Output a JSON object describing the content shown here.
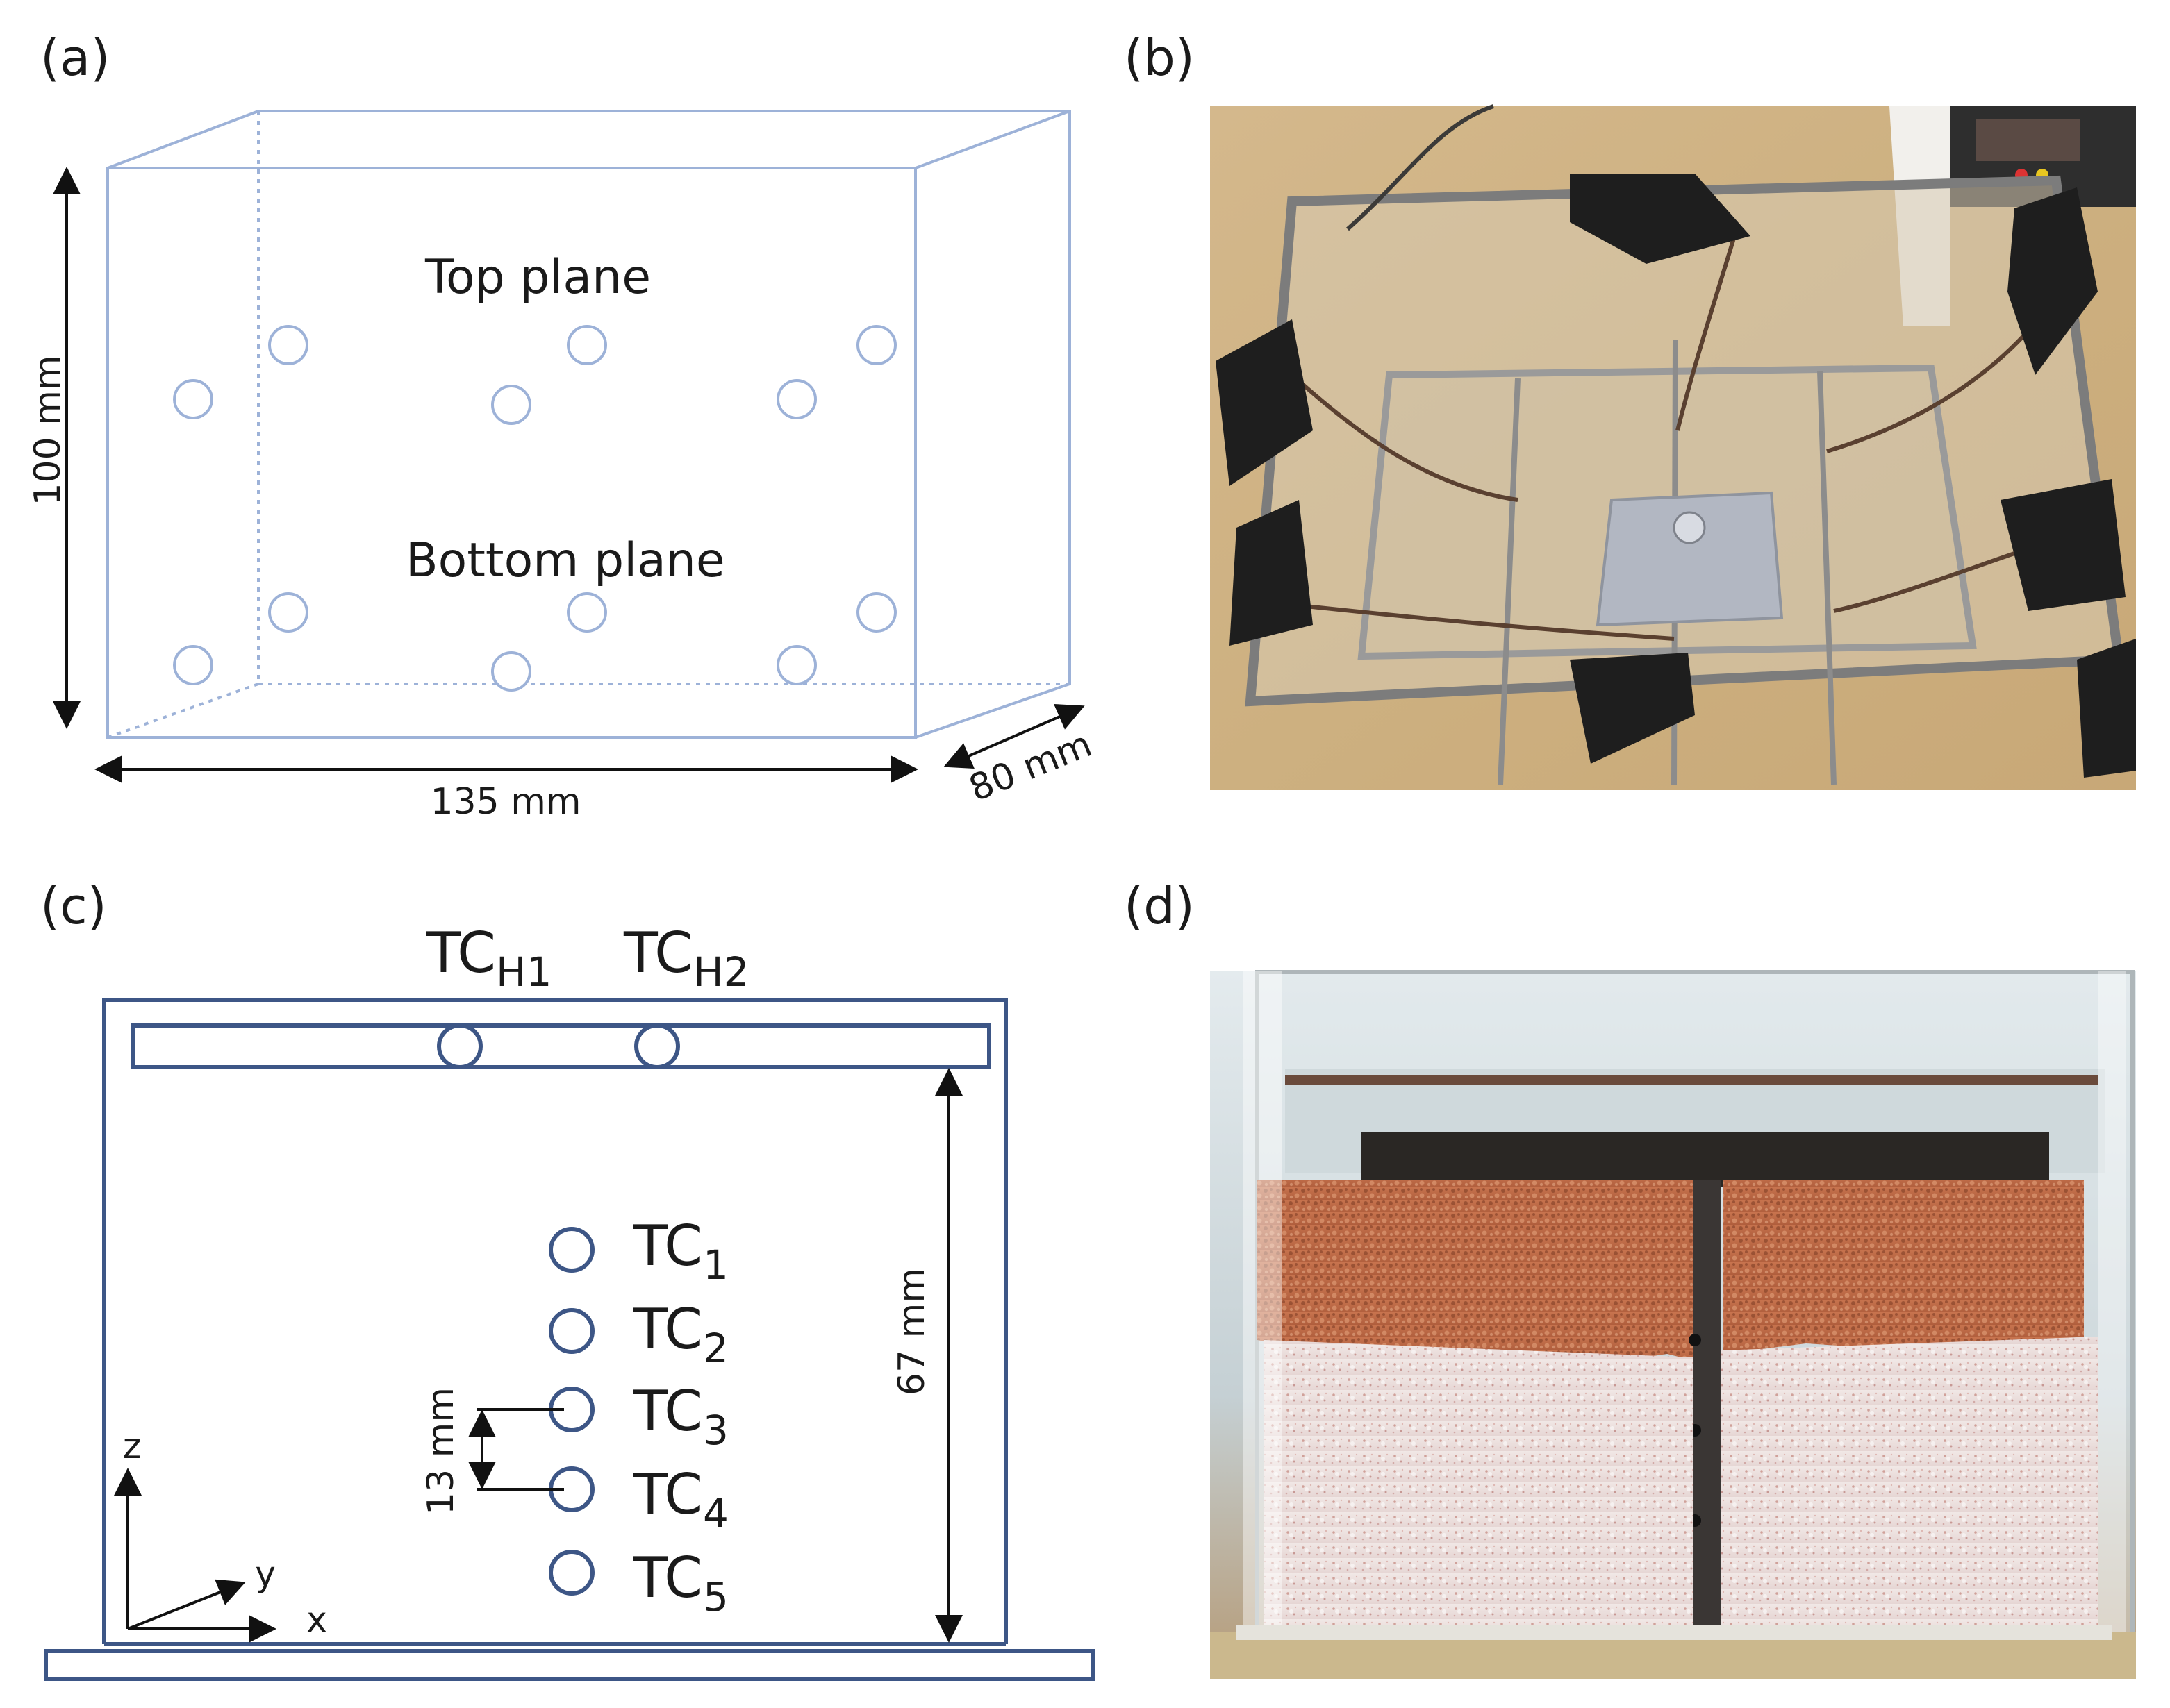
{
  "panels": {
    "a": {
      "tag": "(a)",
      "top_plane": "Top plane",
      "bottom_plane": "Bottom plane",
      "dim_height": "100 mm",
      "dim_width": "135 mm",
      "dim_depth": "80 mm"
    },
    "b": {
      "tag": "(b)"
    },
    "c": {
      "tag": "(c)",
      "tc_h1_base": "TC",
      "tc_h1_sub": "H1",
      "tc_h2_base": "TC",
      "tc_h2_sub": "H2",
      "tc_labels": [
        {
          "base": "TC",
          "sub": "1"
        },
        {
          "base": "TC",
          "sub": "2"
        },
        {
          "base": "TC",
          "sub": "3"
        },
        {
          "base": "TC",
          "sub": "4"
        },
        {
          "base": "TC",
          "sub": "5"
        }
      ],
      "dim_spacing": "13 mm",
      "dim_height": "67 mm",
      "axis_z": "z",
      "axis_y": "y",
      "axis_x": "x"
    },
    "d": {
      "tag": "(d)"
    }
  },
  "colors": {
    "schematic_line": "#9db2d8",
    "panel_c_line": "#3d5686",
    "ink": "#1a1a1a"
  }
}
